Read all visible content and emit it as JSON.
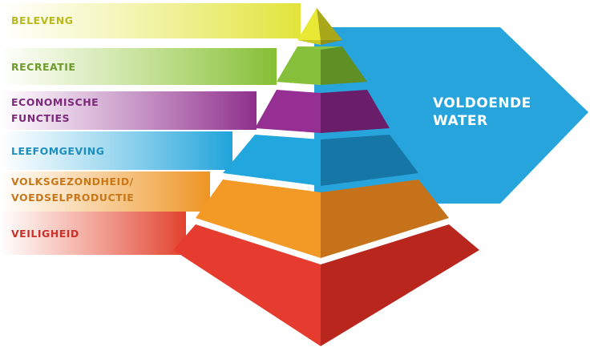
{
  "tiers": [
    {
      "lines": [
        "BELEVENG"
      ],
      "color": "#b9b91e"
    },
    {
      "lines": [
        "RECREATIE"
      ],
      "color": "#6f9a2c"
    },
    {
      "lines": [
        "ECONOMISCHE",
        "FUNCTIES"
      ],
      "color": "#7b2a7a"
    },
    {
      "lines": [
        "LEEFOMGEVING"
      ],
      "color": "#1d8fbf"
    },
    {
      "lines": [
        "VOLKSGEZONDHEID/",
        "VOEDSELPRODUCTIE"
      ],
      "color": "#c8781a"
    },
    {
      "lines": [
        "VEILIGHEID"
      ],
      "color": "#c8322a"
    }
  ],
  "arrow": {
    "lines": [
      "VOLDOENDE",
      "WATER"
    ],
    "color": "#27a4dc"
  }
}
